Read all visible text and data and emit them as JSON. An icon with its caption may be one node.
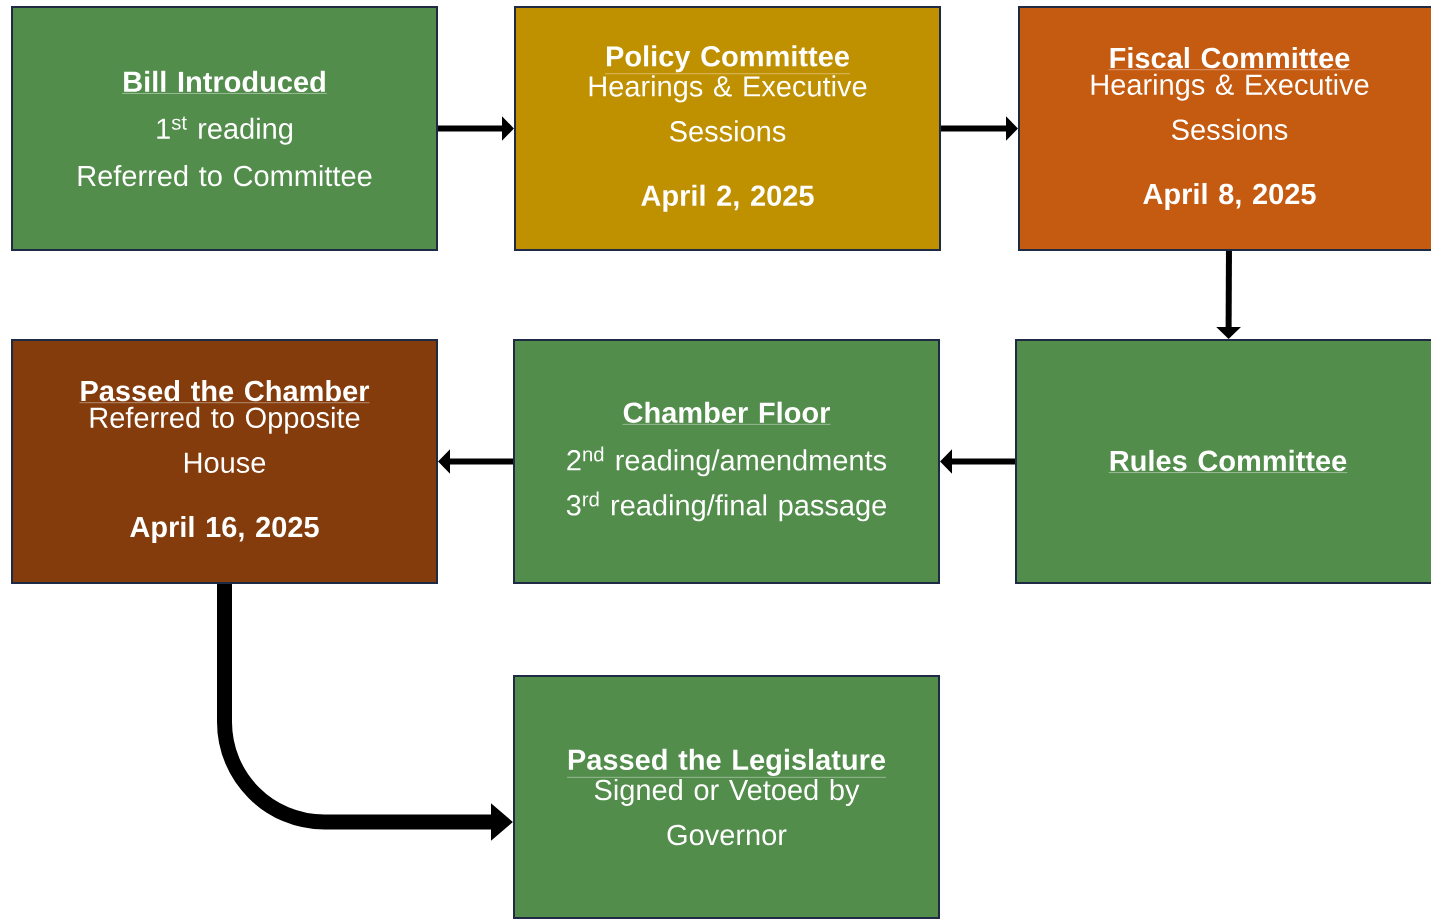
{
  "diagram": {
    "nodes": [
      {
        "text": [
          "Bill Introduced",
          "1$^{st}$ reading",
          "Referred to Committee"
        ]
      },
      {
        "text": [
          "Policy Committee",
          "Hearings & Executive Sessions",
          "April 2, 2025"
        ]
      },
      {
        "text": [
          "Fiscal Committee",
          "Hearings & Executive Sessions",
          "April 8, 2025"
        ]
      },
      {
        "text": [
          "Passed the Chamber",
          "Referred to Opposite House",
          "April 16, 2025"
        ]
      },
      {
        "text": [
          "Chamber Floor",
          "2$^{nd}$ reading/amendments",
          "3$^{rd}$ reading/final passage"
        ]
      },
      {
        "text": [
          "Rules Committee"
        ]
      },
      {
        "text": [
          "Passed the Legislature",
          "Signed or Vetoed by Governor"
        ]
      }
    ],
    "edges": [
      {
        "from": 0,
        "to": 1,
        "arrow": "to"
      },
      {
        "from": 1,
        "to": 2,
        "arrow": "to"
      },
      {
        "from": 2,
        "to": 5,
        "arrow": "to"
      },
      {
        "from": 5,
        "to": 4,
        "arrow": "to"
      },
      {
        "from": 4,
        "to": 3,
        "arrow": "to"
      },
      {
        "from": 3,
        "to": 6,
        "arrow": "to",
        "style": "thick"
      }
    ]
  }
}
